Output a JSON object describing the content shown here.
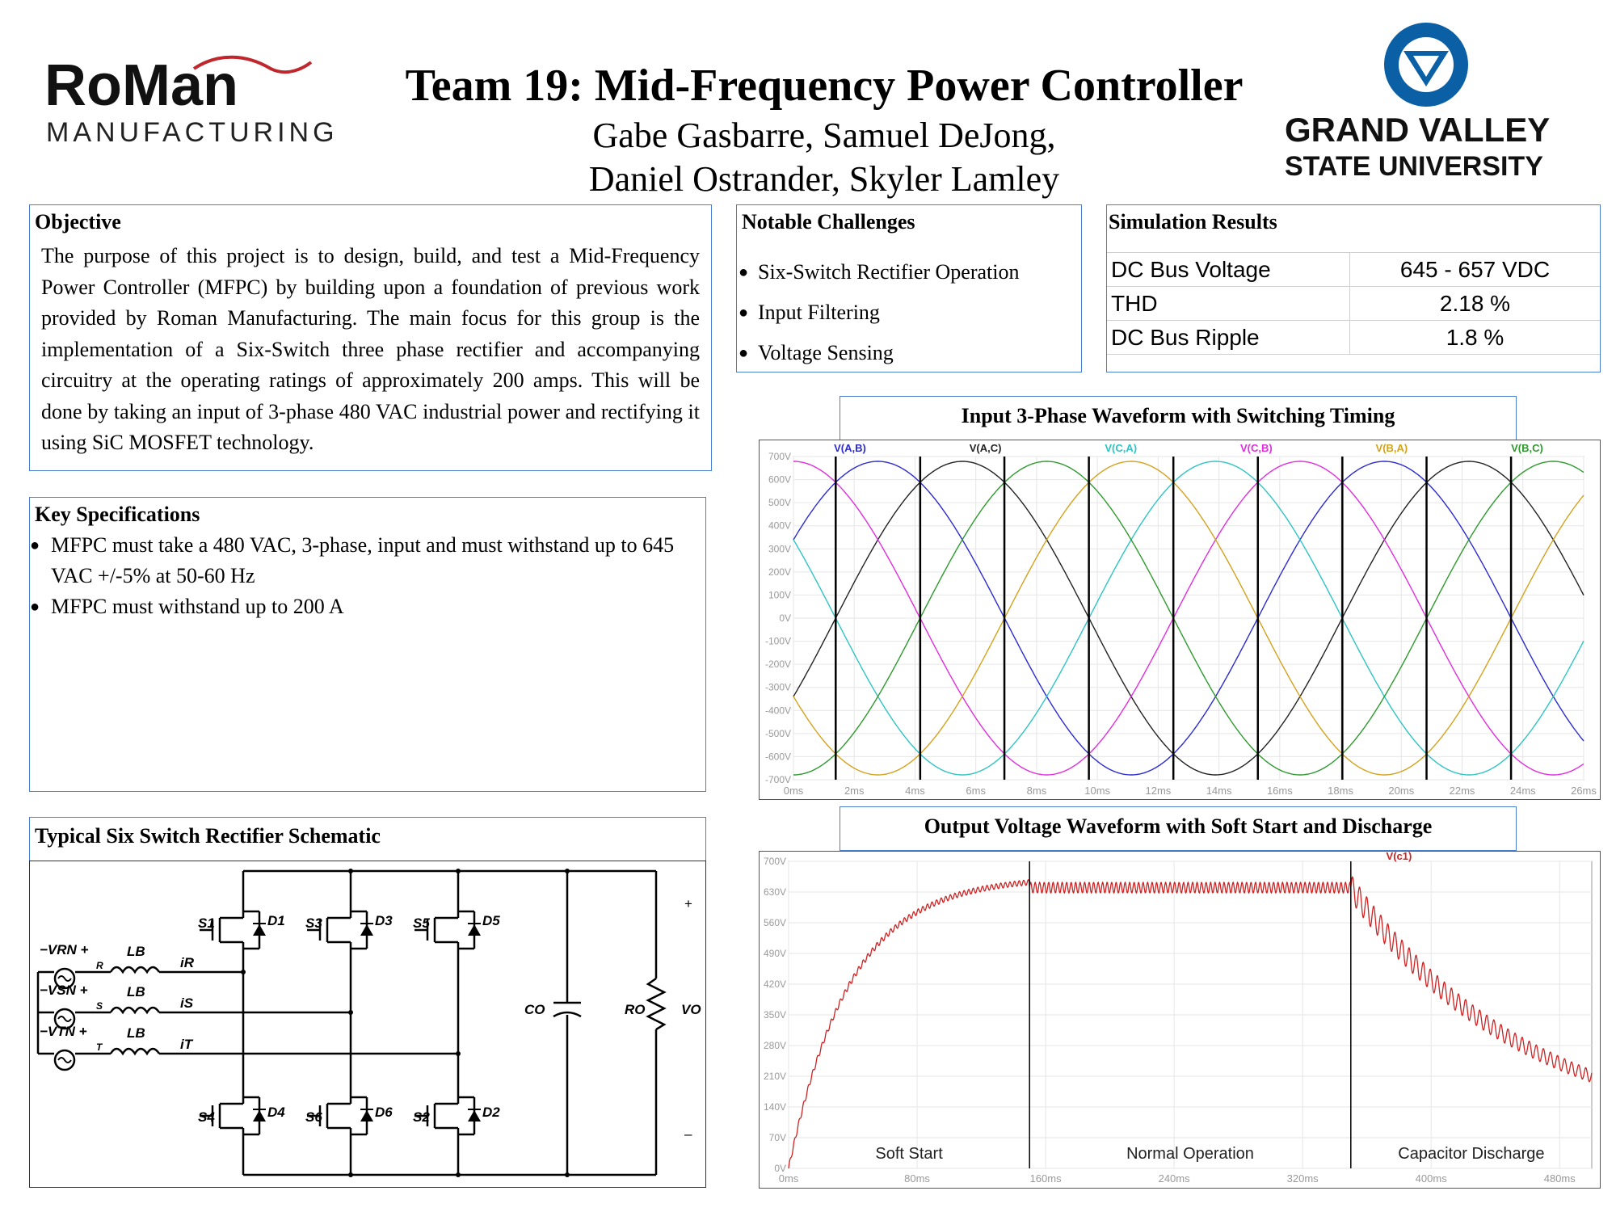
{
  "header": {
    "logo_left_word": "RoMan",
    "logo_left_sub": "MANUFACTURING",
    "title": "Team 19: Mid-Frequency Power Controller",
    "authors_line1": "Gabe Gasbarre, Samuel DeJong,",
    "authors_line2": "Daniel Ostrander, Skyler Lamley",
    "logo_right_line1": "GRAND VALLEY",
    "logo_right_line2": "STATE UNIVERSITY",
    "logo_right_color": "#0b5fa5"
  },
  "objective": {
    "title": "Objective",
    "text": "The purpose of this project is to design, build, and test a Mid-Frequency Power Controller (MFPC) by building upon a foundation of previous work provided by Roman Manufacturing. The main focus for this group is the implementation of a Six-Switch three phase rectifier and accompanying circuitry at the operating ratings of approximately 200 amps. This will be done by taking an input of 3-phase 480 VAC industrial power and rectifying it using SiC MOSFET technology."
  },
  "key_specs": {
    "title": "Key Specifications",
    "items": [
      "MFPC must take a 480 VAC, 3-phase, input and must withstand up to 645 VAC +/-5% at 50-60 Hz",
      "MFPC must withstand up to 200 A"
    ]
  },
  "challenges": {
    "title": "Notable Challenges",
    "items": [
      "Six-Switch Rectifier Operation",
      "Input Filtering",
      "Voltage Sensing"
    ]
  },
  "simulation": {
    "title": "Simulation Results",
    "rows": [
      {
        "label": "DC Bus Voltage",
        "value": "645 - 657 VDC"
      },
      {
        "label": "THD",
        "value": "2.18 %"
      },
      {
        "label": "DC Bus Ripple",
        "value": "1.8 %"
      }
    ]
  },
  "schematic": {
    "title": "Typical Six Switch Rectifier Schematic",
    "labels": {
      "s1": "S1",
      "s3": "S3",
      "s5": "S5",
      "s4": "S4",
      "s6": "S6",
      "s2": "S2",
      "d1": "D1",
      "d3": "D3",
      "d5": "D5",
      "d4": "D4",
      "d6": "D6",
      "d2": "D2",
      "vrn": "−VRN +",
      "vsn": "−VSN +",
      "vtn": "−VTN +",
      "r": "R",
      "s": "S",
      "t": "T",
      "lb": "LB",
      "ir": "iR",
      "is": "iS",
      "it": "iT",
      "co": "CO",
      "ro": "RO",
      "vo": "VO",
      "plus": "+",
      "minus": "–"
    }
  },
  "chart_data": [
    {
      "type": "line",
      "title": "Input 3-Phase Waveform with Switching Timing",
      "xlabel": "",
      "ylabel": "",
      "x_unit": "ms",
      "xlim": [
        0,
        26
      ],
      "ylim": [
        -700,
        700
      ],
      "x_ticks": [
        "0ms",
        "2ms",
        "4ms",
        "6ms",
        "8ms",
        "10ms",
        "12ms",
        "14ms",
        "16ms",
        "18ms",
        "20ms",
        "22ms",
        "24ms",
        "26ms"
      ],
      "y_ticks": [
        "700V",
        "600V",
        "500V",
        "400V",
        "300V",
        "200V",
        "100V",
        "0V",
        "-100V",
        "-200V",
        "-300V",
        "-400V",
        "-500V",
        "-600V",
        "-700V"
      ],
      "amplitude": 679,
      "frequency_hz": 60,
      "series": [
        {
          "name": "V(A,B)",
          "color": "#2b2bd0",
          "phase_deg": 30
        },
        {
          "name": "V(A,C)",
          "color": "#222222",
          "phase_deg": -30
        },
        {
          "name": "V(C,A)",
          "color": "#2ec4c4",
          "phase_deg": 150
        },
        {
          "name": "V(C,B)",
          "color": "#e02ee0",
          "phase_deg": 90
        },
        {
          "name": "V(B,A)",
          "color": "#d4a21c",
          "phase_deg": -150
        },
        {
          "name": "V(B,C)",
          "color": "#2e9a2e",
          "phase_deg": -90
        }
      ],
      "switching_times_ms": [
        1.39,
        4.17,
        6.94,
        9.72,
        12.5,
        15.28,
        18.06,
        20.83,
        23.61
      ],
      "grid": true,
      "legend": "top"
    },
    {
      "type": "line",
      "title": "Output Voltage Waveform with Soft Start and Discharge",
      "xlabel": "",
      "ylabel": "",
      "xlim": [
        0,
        500
      ],
      "ylim": [
        0,
        700
      ],
      "x_ticks": [
        "0ms",
        "80ms",
        "160ms",
        "240ms",
        "320ms",
        "400ms",
        "480ms"
      ],
      "y_ticks": [
        "0V",
        "70V",
        "140V",
        "210V",
        "280V",
        "350V",
        "420V",
        "490V",
        "560V",
        "630V",
        "700V"
      ],
      "series": [
        {
          "name": "V(c1)",
          "color": "#cc2222"
        }
      ],
      "phases": [
        {
          "label": "Soft Start",
          "start_ms": 0,
          "end_ms": 150
        },
        {
          "label": "Normal Operation",
          "start_ms": 150,
          "end_ms": 350
        },
        {
          "label": "Capacitor Discharge",
          "start_ms": 350,
          "end_ms": 500
        }
      ],
      "soft_start_final_v": 665,
      "normal_mean_v": 640,
      "normal_ripple_v": 12,
      "discharge_end_v": 210,
      "grid": true
    }
  ]
}
